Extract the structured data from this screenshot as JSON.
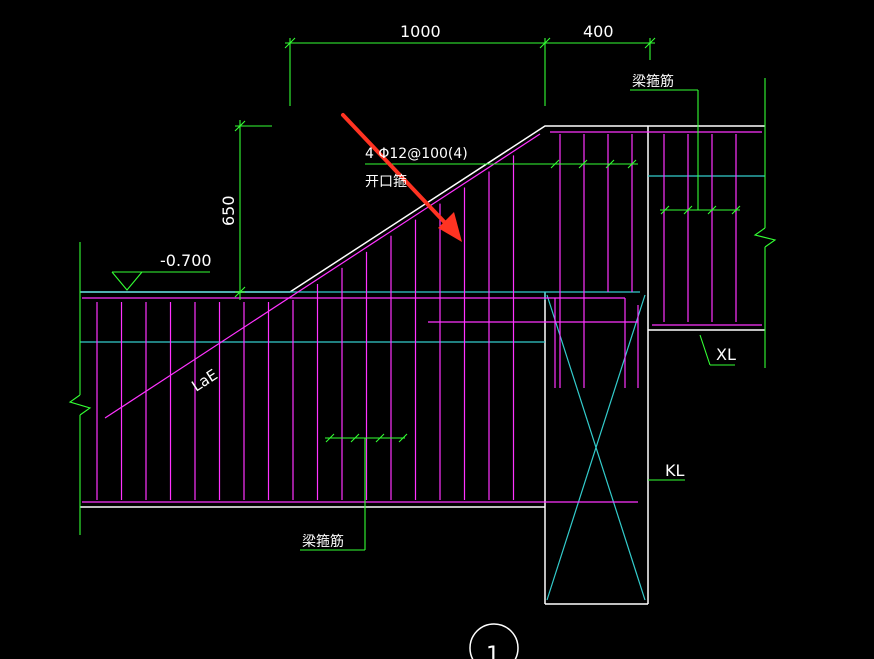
{
  "drawing": {
    "dimensions": {
      "top_left": "1000",
      "top_right": "400",
      "vertical": "650"
    },
    "elevation": "-0.700",
    "rebar_note": "4 Φ12@100(4)",
    "rebar_note_sub": "开口箍",
    "labels": {
      "beam_stirrup_top": "梁箍筋",
      "beam_stirrup_bottom": "梁箍筋",
      "anchor_length": "LaE",
      "xl": "XL",
      "kl": "KL"
    },
    "detail_number": "1",
    "colors": {
      "background": "#000000",
      "outline": "#ffffff",
      "rebar": "#ff33ff",
      "cyan": "#33cccc",
      "dimension": "#33ff33",
      "arrow": "#ff3322"
    }
  }
}
